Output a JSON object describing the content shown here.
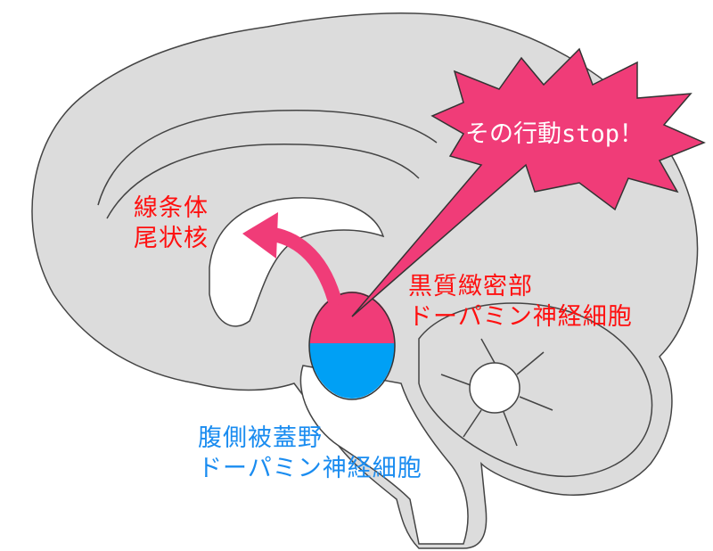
{
  "callout": {
    "text": "その行動stop！"
  },
  "labels": {
    "striatum": {
      "line1": "線条体",
      "line2": "尾状核"
    },
    "snc": {
      "line1": "黒質緻密部",
      "line2": "ドーパミン神経細胞"
    },
    "vta": {
      "line1": "腹側被蓋野",
      "line2": "ドーパミン神経細胞"
    }
  },
  "colors": {
    "pink": "#f03c78",
    "blue": "#00a0f5",
    "brain": "#dcdcdc",
    "red_text": "#ff1010",
    "blue_text": "#1a8cf0"
  }
}
